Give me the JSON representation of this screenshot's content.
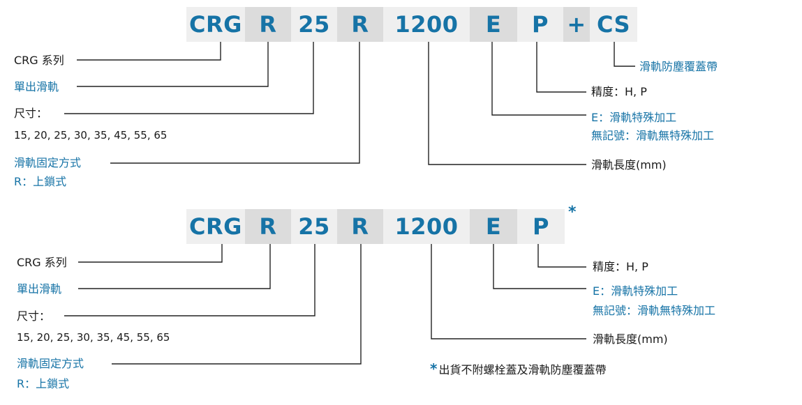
{
  "diagram1": {
    "segments": [
      "CRG",
      "R",
      "25",
      "R",
      "1200",
      "E",
      "P",
      "+",
      "CS"
    ],
    "left_labels": {
      "series": "CRG 系列",
      "rail": "單出滑軌",
      "size_title": "尺寸：",
      "size_values": "15, 20, 25, 30, 35, 45, 55, 65",
      "fixing": "滑軌固定方式",
      "fixing_type": "R：上鎖式"
    },
    "right_labels": {
      "cover_strip": "滑軌防塵覆蓋帶",
      "precision": "精度：H, P",
      "special": "E：滑軌特殊加工",
      "no_special": "無記號：滑軌無特殊加工",
      "length": "滑軌長度(mm)"
    }
  },
  "diagram2": {
    "segments": [
      "CRG",
      "R",
      "25",
      "R",
      "1200",
      "E",
      "P"
    ],
    "asterisk": "*",
    "left_labels": {
      "series": "CRG 系列",
      "rail": "單出滑軌",
      "size_title": "尺寸：",
      "size_values": "15, 20, 25, 30, 35, 45, 55, 65",
      "fixing": "滑軌固定方式",
      "fixing_type": "R：上鎖式"
    },
    "right_labels": {
      "precision": "精度：H, P",
      "special": "E：滑軌特殊加工",
      "no_special": "無記號：滑軌無特殊加工",
      "length": "滑軌長度(mm)"
    },
    "footnote": {
      "mark": "*",
      "text": "出貨不附螺栓蓋及滑軌防塵覆蓋帶"
    }
  },
  "colors": {
    "accent": "#1673a6",
    "segment_light": "#efefef",
    "segment_dark": "#dcdcdc",
    "text": "#1a1a1a"
  }
}
